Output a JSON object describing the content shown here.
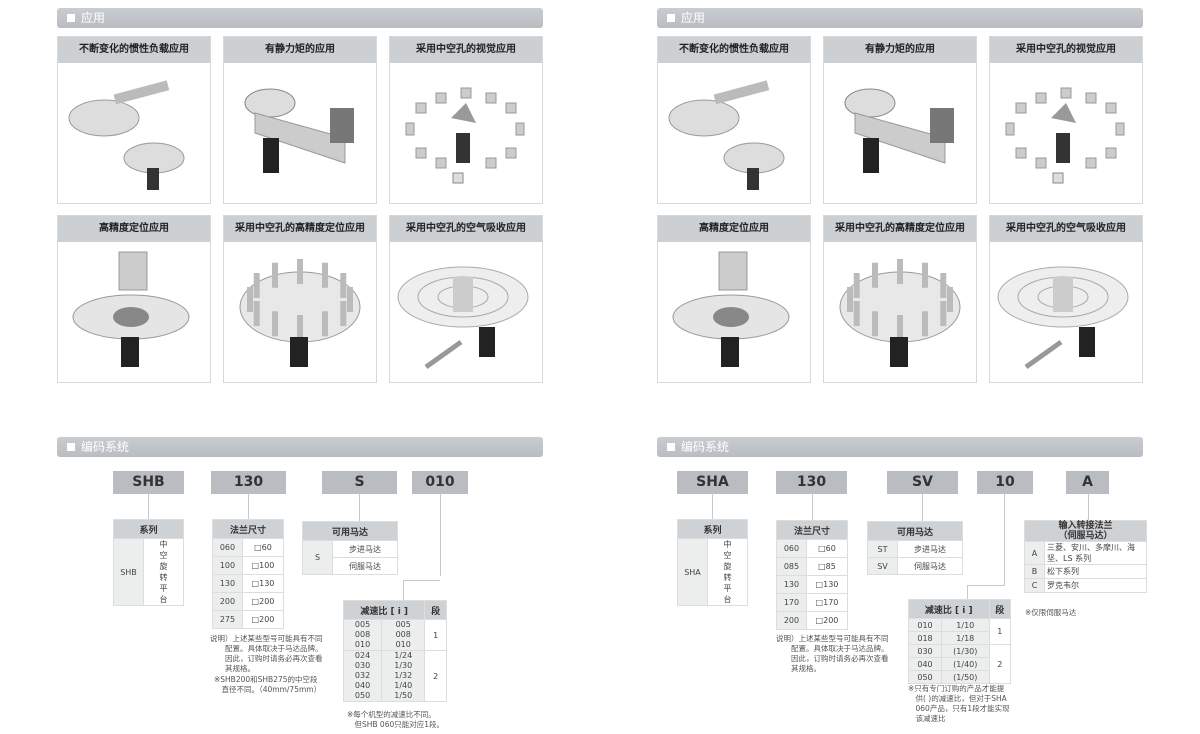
{
  "left": {
    "app_title": "应用",
    "cards": [
      "不断变化的惯性负载应用",
      "有静力矩的应用",
      "采用中空孔的视觉应用",
      "高精度定位应用",
      "采用中空孔的高精度定位应用",
      "采用中空孔的空气吸收应用"
    ],
    "code_title": "编码系统",
    "codes": [
      "SHB",
      "130",
      "S",
      "010"
    ],
    "series": {
      "header": "系列",
      "key": "SHB",
      "value": "中空旋转平台"
    },
    "flange": {
      "header": "法兰尺寸",
      "rows": [
        [
          "060",
          "□60"
        ],
        [
          "100",
          "□100"
        ],
        [
          "130",
          "□130"
        ],
        [
          "200",
          "□200"
        ],
        [
          "275",
          "□200"
        ]
      ]
    },
    "motor": {
      "header": "可用马达",
      "key": "S",
      "values": [
        "步进马达",
        "伺服马达"
      ]
    },
    "ratio": {
      "header": "减速比 [ i ]",
      "stage_header": "段",
      "groups": [
        {
          "codes": "005\n008\n010",
          "ratios": "005\n008\n010",
          "stage": "1"
        },
        {
          "codes": "024\n030\n032\n040\n050",
          "ratios": "1/24\n1/30\n1/32\n1/40\n1/50",
          "stage": "2"
        }
      ]
    },
    "note1": "说明）上述某些型号可能具有不同\n　　配置。具体取决于马达品牌。\n　　因此，订购时请务必再次查看\n　　其规格。",
    "note2": "※SHB200和SHB275的中空段\n　直径不同。（40mm/75mm）",
    "note3": "※每个机型的减速比不同。\n　但SHB 060只能对应1段。"
  },
  "right": {
    "app_title": "应用",
    "cards": [
      "不断变化的惯性负载应用",
      "有静力矩的应用",
      "采用中空孔的视觉应用",
      "高精度定位应用",
      "采用中空孔的高精度定位应用",
      "采用中空孔的空气吸收应用"
    ],
    "code_title": "编码系统",
    "codes": [
      "SHA",
      "130",
      "SV",
      "10",
      "A"
    ],
    "series": {
      "header": "系列",
      "key": "SHA",
      "value": "中空旋转平台"
    },
    "flange": {
      "header": "法兰尺寸",
      "rows": [
        [
          "060",
          "□60"
        ],
        [
          "085",
          "□85"
        ],
        [
          "130",
          "□130"
        ],
        [
          "170",
          "□170"
        ],
        [
          "200",
          "□200"
        ]
      ]
    },
    "motor": {
      "header": "可用马达",
      "rows": [
        [
          "ST",
          "步进马达"
        ],
        [
          "SV",
          "伺服马达"
        ]
      ]
    },
    "ratio": {
      "header": "减速比 [ i ]",
      "stage_header": "段",
      "rows": [
        [
          "010",
          "1/10"
        ],
        [
          "018",
          "1/18"
        ],
        [
          "030",
          "(1/30)"
        ],
        [
          "040",
          "(1/40)"
        ],
        [
          "050",
          "(1/50)"
        ]
      ],
      "stages": [
        "1",
        "2"
      ]
    },
    "adapter": {
      "header": "输入转接法兰\n（伺服马达）",
      "rows": [
        [
          "A",
          "三菱、安川、多摩川、海坚、LS 系列"
        ],
        [
          "B",
          "松下系列"
        ],
        [
          "C",
          "罗克韦尔"
        ]
      ]
    },
    "note1": "说明）上述某些型号可能具有不同\n　　配置。具体取决于马达品牌。\n　　因此，订购时请务必再次查看\n　　其规格。",
    "note2": "※只有专门订购的产品才能提\n　供( )的减速比，但对于SHA\n　060产品，只有1段才能实现\n　该减速比",
    "note3": "※仅限伺服马达"
  }
}
